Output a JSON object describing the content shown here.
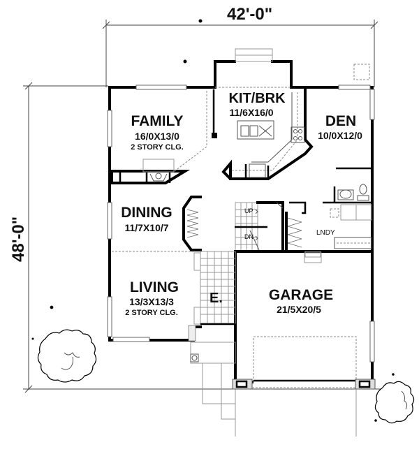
{
  "plan": {
    "overall_width": "42'-0\"",
    "overall_depth": "48'-0\"",
    "rooms": [
      {
        "id": "family",
        "name": "FAMILY",
        "dims": "16/0X13/0",
        "note": "2 STORY CLG."
      },
      {
        "id": "kitchen",
        "name": "KIT/BRK",
        "dims": "11/6X16/0",
        "note": ""
      },
      {
        "id": "den",
        "name": "DEN",
        "dims": "10/0X12/0",
        "note": ""
      },
      {
        "id": "dining",
        "name": "DINING",
        "dims": "11/7X10/7",
        "note": ""
      },
      {
        "id": "living",
        "name": "LIVING",
        "dims": "13/3X13/3",
        "note": "2 STORY CLG."
      },
      {
        "id": "garage",
        "name": "GARAGE",
        "dims": "21/5X20/5",
        "note": ""
      },
      {
        "id": "entry",
        "name": "E.",
        "dims": "",
        "note": ""
      },
      {
        "id": "laundry",
        "name": "LNDY",
        "dims": "",
        "note": ""
      }
    ],
    "stairs": {
      "up_label": "UP",
      "down_label": "DN"
    },
    "colors": {
      "wall": "#000000",
      "line": "#555555",
      "background": "#ffffff"
    }
  }
}
